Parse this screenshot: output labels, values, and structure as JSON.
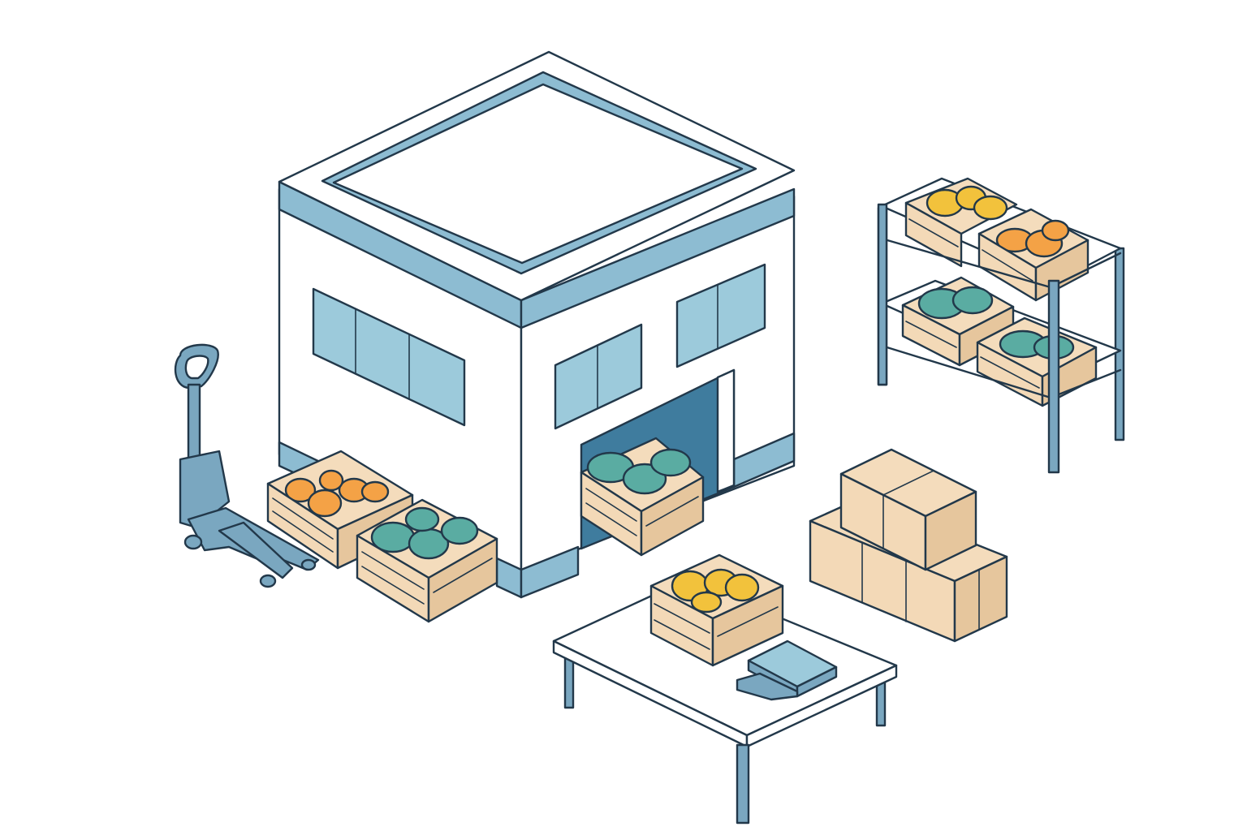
{
  "palette": {
    "accent_blue": "#8dbcd2",
    "window_blue": "#9ccadb",
    "door_dark": "#3f7c9e",
    "metal_blue": "#7aa7c0",
    "wood": "#f3d9b7",
    "wood_dark": "#e6c69d",
    "cardboard": "#f4dcbc",
    "orange": "#f4a246",
    "yellow": "#f2c23c",
    "teal": "#5aaca2",
    "ink": "#22384a"
  },
  "objects": [
    "warehouse-building",
    "pallet-jack",
    "produce-crate-orange",
    "produce-crate-teal",
    "produce-crate-doorway",
    "storage-shelf",
    "cardboard-box-stack",
    "packing-table",
    "weighing-scale"
  ]
}
